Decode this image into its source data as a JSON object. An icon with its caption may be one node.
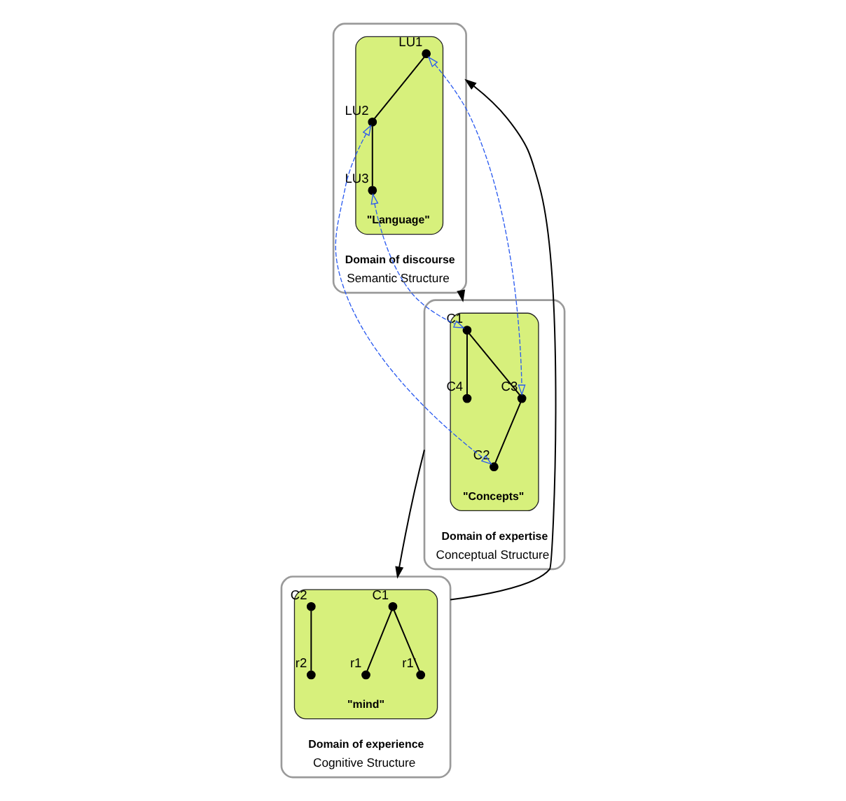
{
  "diagram": {
    "nodes": [
      {
        "text": [
          "Domain of discourse"
        ],
        "beside": [
          "Semantic Structure"
        ]
      },
      {
        "text": [
          "\"Language\""
        ],
        "in": 0
      },
      {
        "text": [
          "LU1"
        ],
        "in": 1
      },
      {
        "text": [
          "LU2"
        ],
        "in": 1
      },
      {
        "text": [
          "LU3"
        ],
        "in": 1
      },
      {
        "text": [
          "Domain of expertise"
        ],
        "beside": [
          "Conceptual Structure"
        ]
      },
      {
        "text": [
          "\"Concepts\""
        ],
        "in": 5
      },
      {
        "text": [
          "C1"
        ],
        "in": 6
      },
      {
        "text": [
          "C3"
        ],
        "in": 6
      },
      {
        "text": [
          "C2"
        ],
        "in": 6
      },
      {
        "text": [
          "C4"
        ],
        "in": 6
      },
      {
        "text": [
          "Domain of experience"
        ],
        "beside": [
          "Cognitive Structure"
        ]
      },
      {
        "text": [
          "\"mind\""
        ],
        "in": 11
      },
      {
        "text": [
          "C1"
        ],
        "in": 12
      },
      {
        "text": [
          "r1"
        ],
        "in": 12
      },
      {
        "text": [
          "C2"
        ],
        "in": 12
      },
      {
        "text": [
          "r1'"
        ],
        "in": 12
      },
      {
        "text": [
          "r2"
        ],
        "in": 12
      }
    ],
    "edges": [
      {
        "from": 2,
        "to": 3,
        "arrow": "none"
      },
      {
        "from": 3,
        "to": 4,
        "arrow": "none"
      },
      {
        "from": 7,
        "to": 8,
        "arrow": "none"
      },
      {
        "from": 7,
        "to": 10,
        "arrow": "none"
      },
      {
        "from": 8,
        "to": 9,
        "arrow": "none"
      },
      {
        "from": 13,
        "to": 14,
        "arrow": "none"
      },
      {
        "from": 13,
        "to": 16,
        "arrow": "none"
      },
      {
        "from": 15,
        "to": 17,
        "arrow": "none"
      },
      {
        "from": 2,
        "to": 8,
        "arrow": "both",
        "style": "dashed",
        "color": "#2b5bf0"
      },
      {
        "from": 4,
        "to": 7,
        "arrow": "both",
        "style": "dashed",
        "color": "#2b5bf0"
      },
      {
        "from": 3,
        "to": 9,
        "arrow": "both",
        "style": "dashed",
        "color": "#2b5bf0"
      },
      {
        "from": 0,
        "to": 5,
        "arrow": "to"
      },
      {
        "from": 5,
        "to": 11,
        "arrow": "to"
      },
      {
        "from": 11,
        "to": 0,
        "arrow": "to"
      }
    ]
  }
}
